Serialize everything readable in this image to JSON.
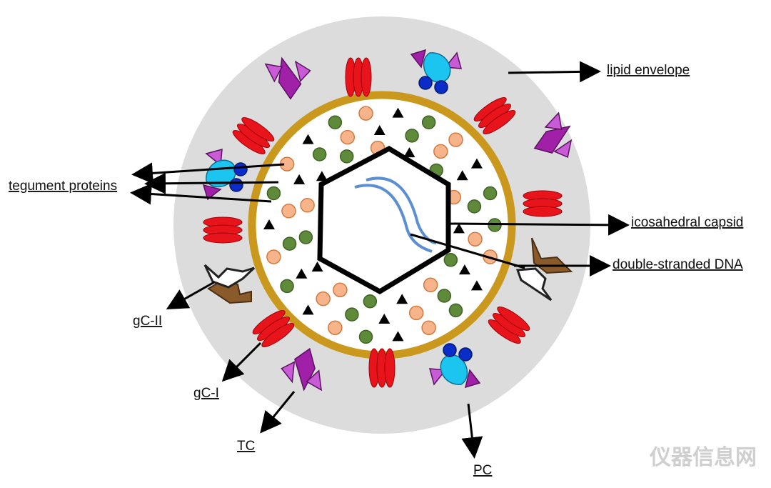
{
  "labels": {
    "lipid_envelope": "lipid envelope",
    "tegument_proteins": "tegument proteins",
    "icosahedral_capsid": "icosahedral capsid",
    "double_stranded_dna": "double-stranded DNA",
    "gc_ii": "gC-II",
    "gc_i": "gC-I",
    "tc": "TC",
    "pc": "PC"
  },
  "watermark": "仪器信息网",
  "colors": {
    "envelope": "#dcdcdc",
    "tegument_ring": "#c9981d",
    "gc_i": "#e8141b",
    "tc": "#a020a8",
    "tc_light": "#c95bd6",
    "pc_light": "#1cc4f0",
    "pc_dark": "#0a2cc8",
    "gc_ii_brown": "#8b5a2b",
    "green_dot": "#5e8a3a",
    "orange_dot": "#f7b48a",
    "dna": "#5b8fd1"
  },
  "icons": {
    "arrow": "right-arrow-icon",
    "triangle": "black-triangle-icon"
  }
}
